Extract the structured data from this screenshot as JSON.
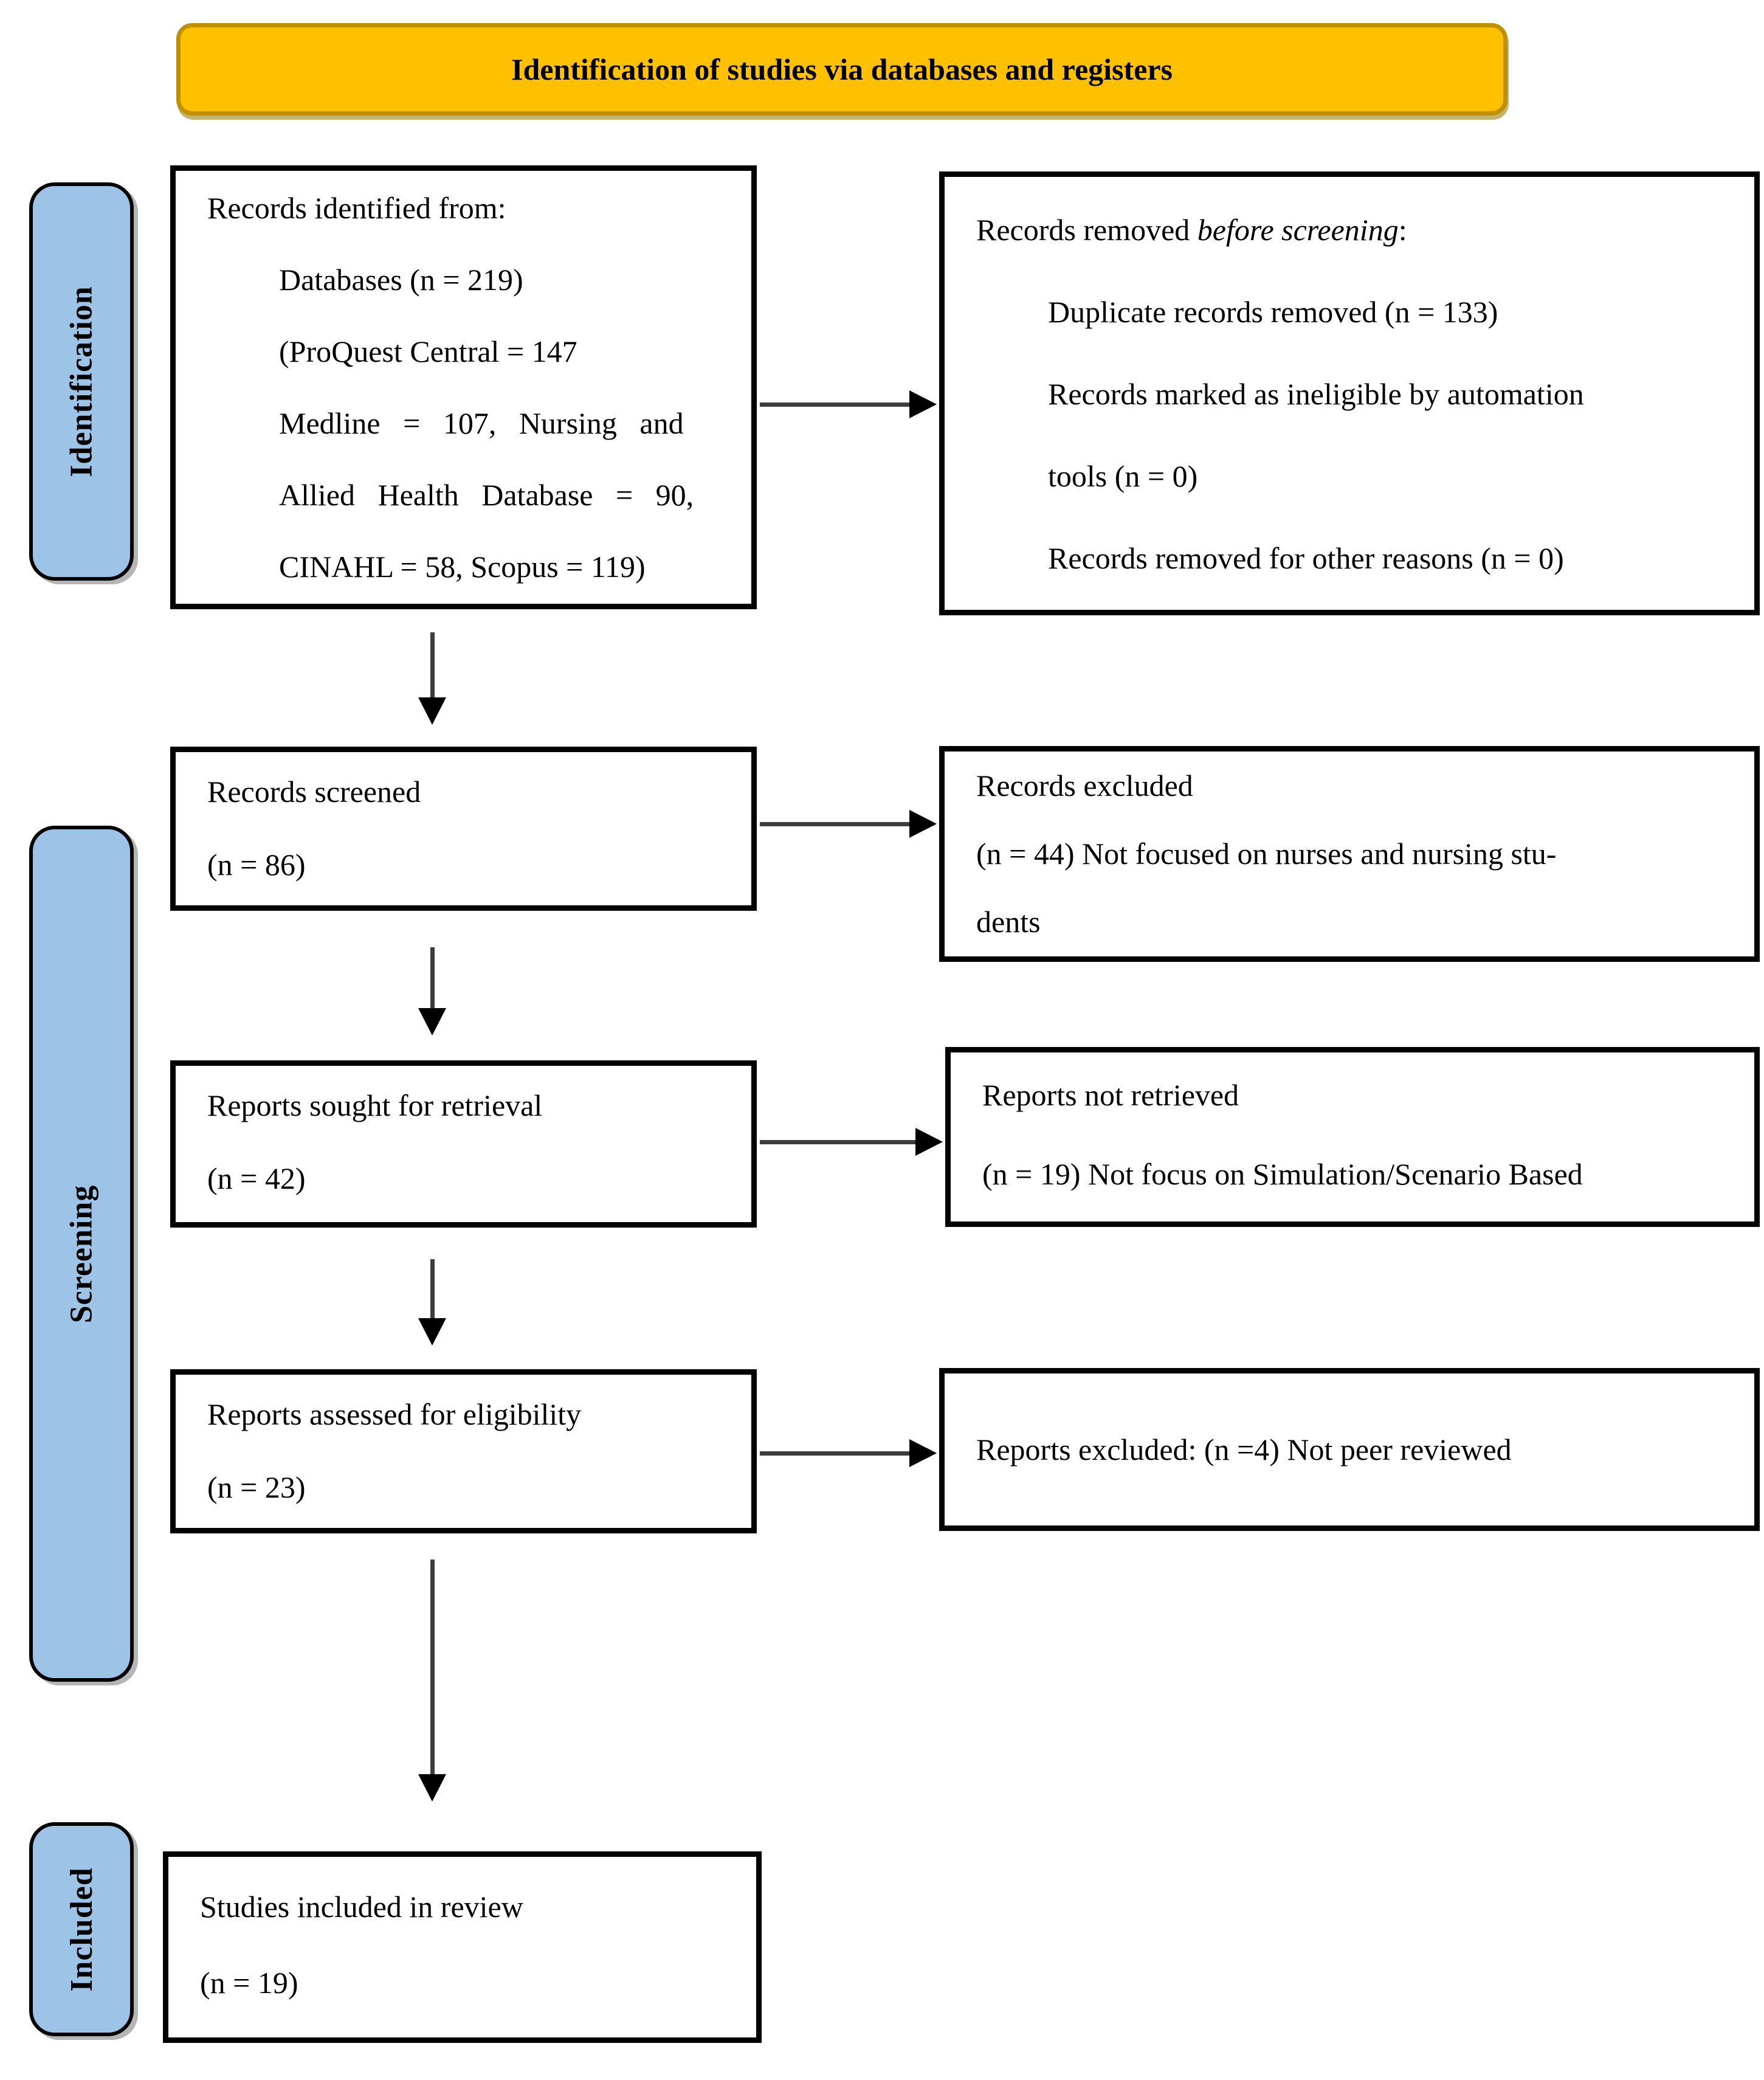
{
  "title": "Identification of studies via databases and registers",
  "stages": {
    "identification": "Identification",
    "screening": "Screening",
    "included": "Included"
  },
  "boxes": {
    "records_identified": {
      "line1": "Records identified from:",
      "line2": "Databases (n = 219)",
      "line3": "(ProQuest Central = 147",
      "line4": "Medline = 107, Nursing and",
      "line5": "Allied Health Database = 90,",
      "line6": "CINAHL = 58, Scopus = 119)"
    },
    "records_removed": {
      "line1_prefix": "Records removed ",
      "line1_italic": "before screening",
      "line1_suffix": ":",
      "line2": "Duplicate records removed (n = 133)",
      "line3": "Records marked as ineligible by automation",
      "line4": "tools (n = 0)",
      "line5": "Records removed for other reasons (n = 0)"
    },
    "records_screened": {
      "line1": "Records screened",
      "line2": "(n = 86)"
    },
    "records_excluded": {
      "line1": "Records excluded",
      "line2": "(n = 44) Not focused on nurses and nursing stu-",
      "line3": "dents"
    },
    "reports_sought": {
      "line1": "Reports sought for retrieval",
      "line2": "(n = 42)"
    },
    "reports_not_retrieved": {
      "line1": "Reports not retrieved",
      "line2": "(n = 19) Not focus on Simulation/Scenario Based"
    },
    "reports_assessed": {
      "line1": "Reports assessed for eligibility",
      "line2": "(n = 23)"
    },
    "reports_excluded": {
      "line1": "Reports excluded: (n =4) Not peer reviewed"
    },
    "studies_included": {
      "line1": "Studies included in review",
      "line2": "(n = 19)"
    }
  },
  "colors": {
    "title_fill": "#FFC000",
    "title_border": "#BF9000",
    "stage_fill": "#9DC3E6",
    "box_fill": "#FFFFFF",
    "box_border": "#000000",
    "arrow": "#000000"
  }
}
